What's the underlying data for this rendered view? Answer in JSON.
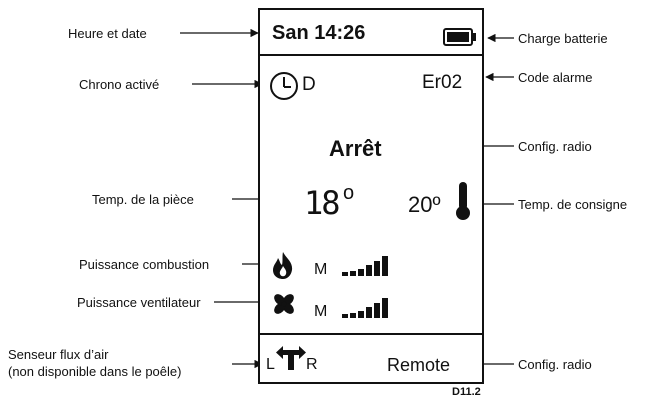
{
  "display": {
    "day_time": "San 14:26",
    "chrono_mode": "D",
    "alarm_code": "Er02",
    "status": "Arrêt",
    "room_temp": "18",
    "room_temp_unit": "o",
    "setpoint_temp": "20º",
    "combustion_level_label": "M",
    "fan_level_label": "M",
    "airflow_left": "L",
    "airflow_right": "R",
    "radio_mode": "Remote"
  },
  "callouts": {
    "time_date": "Heure et date",
    "battery": "Charge batterie",
    "chrono": "Chrono activé",
    "alarm": "Code alarme",
    "status_radio": "Config. radio",
    "room_temp": "Temp. de la pièce",
    "setpoint": "Temp. de consigne",
    "combustion": "Puissance combustion",
    "fan": "Puissance ventilateur",
    "airflow_line1": "Senseur flux d’air",
    "airflow_line2": "(non disponible dans le poêle)",
    "radio": "Config. radio"
  },
  "figure_id": "D11.2",
  "icons": {
    "battery": "battery-full-icon",
    "clock": "clock-icon",
    "thermometer": "thermometer-icon",
    "flame": "flame-icon",
    "fan": "fan-icon",
    "airflow": "airflow-sensor-icon"
  }
}
